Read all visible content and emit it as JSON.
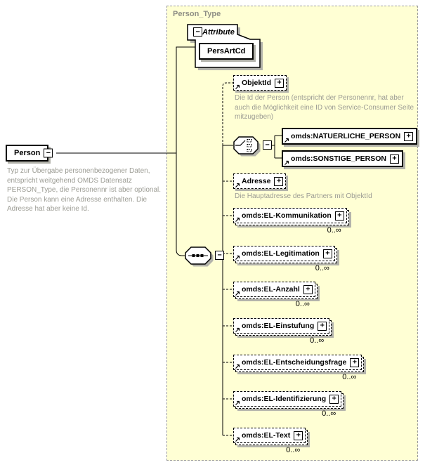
{
  "colors": {
    "panel_bg": "#ffffd4",
    "panel_border": "#9c9c9c",
    "shadow": "#b3b3ab",
    "annotation": "#9c9c94",
    "title": "#8f8f85"
  },
  "root": {
    "name": "Person",
    "toggle": "−",
    "annotation": "Typ zur Übergabe personenbezogener Daten, entspricht weitgehend OMDS Datensatz PERSON_Type, die Personennr ist aber optional. Die Person kann eine Adresse enthalten. Die Adresse hat aber keine Id."
  },
  "panel": {
    "title": "Person_Type"
  },
  "attributes": {
    "label": "Attribute",
    "toggle": "−",
    "items": [
      {
        "name": "PersArtCd"
      }
    ]
  },
  "groups": {
    "sequence": {
      "type": "sequence",
      "toggle": "−"
    },
    "choice": {
      "type": "choice",
      "toggle": "−"
    }
  },
  "elements": {
    "objektid": {
      "name": "ObjektId",
      "toggle": "+",
      "annotation": "Die Id der Person (entspricht der Personennr, hat aber auch die Möglichkeit eine ID von Service-Consumer Seite mitzugeben)"
    },
    "natuerliche_person": {
      "name": "omds:NATUERLICHE_PERSON",
      "toggle": "+"
    },
    "sonstige_person": {
      "name": "omds:SONSTIGE_PERSON",
      "toggle": "+"
    },
    "adresse": {
      "name": "Adresse",
      "toggle": "+",
      "annotation": "Die Hauptadresse des Partners mit ObjektId"
    },
    "el_kommunikation": {
      "name": "omds:EL-Kommunikation",
      "toggle": "+",
      "occurrence": "0..∞"
    },
    "el_legitimation": {
      "name": "omds:EL-Legitimation",
      "toggle": "+",
      "occurrence": "0..∞"
    },
    "el_anzahl": {
      "name": "omds:EL-Anzahl",
      "toggle": "+",
      "occurrence": "0..∞"
    },
    "el_einstufung": {
      "name": "omds:EL-Einstufung",
      "toggle": "+",
      "occurrence": "0..∞"
    },
    "el_entscheidungsfrage": {
      "name": "omds:EL-Entscheidungsfrage",
      "toggle": "+",
      "occurrence": "0..∞"
    },
    "el_identifizierung": {
      "name": "omds:EL-Identifizierung",
      "toggle": "+",
      "occurrence": "0..∞"
    },
    "el_text": {
      "name": "omds:EL-Text",
      "toggle": "+",
      "occurrence": "0..∞"
    }
  }
}
